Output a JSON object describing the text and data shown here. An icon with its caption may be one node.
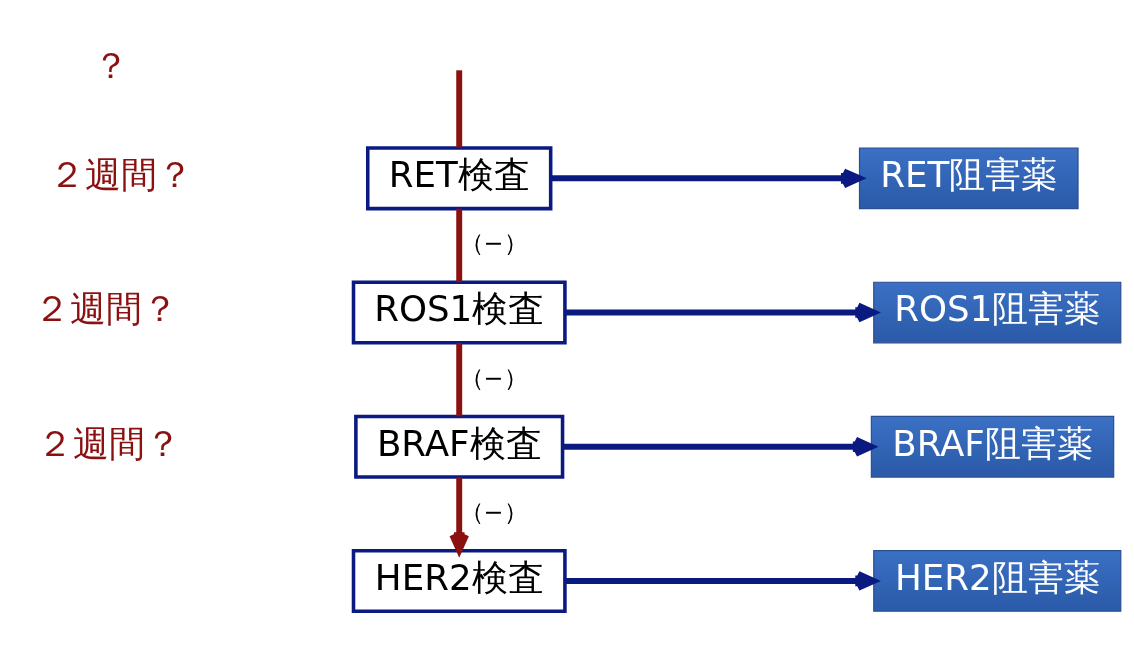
{
  "diagram": {
    "nodes": [
      {
        "text": [
          "RET検査"
        ]
      },
      {
        "text": [
          "RET阻害薬"
        ]
      },
      {
        "text": [
          "ROS1検査"
        ]
      },
      {
        "text": [
          "ROS1阻害薬"
        ]
      },
      {
        "text": [
          "BRAF検査"
        ]
      },
      {
        "text": [
          "BRAF阻害薬"
        ]
      },
      {
        "text": [
          "HER2検査"
        ]
      },
      {
        "text": [
          "HER2阻害薬"
        ]
      }
    ],
    "edges": [
      {
        "from": null,
        "to": 0,
        "arrow": "none",
        "color": "#8b1010"
      },
      {
        "from": 0,
        "to": 1,
        "arrow": "to",
        "color": "#0a1a80"
      },
      {
        "from": 0,
        "to": 2,
        "arrow": "none",
        "label": "（−）",
        "color": "#8b1010"
      },
      {
        "from": 2,
        "to": 3,
        "arrow": "to",
        "color": "#0a1a80"
      },
      {
        "from": 2,
        "to": 4,
        "arrow": "none",
        "label": "（−）",
        "color": "#8b1010"
      },
      {
        "from": 4,
        "to": 5,
        "arrow": "to",
        "color": "#0a1a80"
      },
      {
        "from": 4,
        "to": 6,
        "arrow": "to",
        "label": "（−）",
        "color": "#8b1010"
      },
      {
        "from": 6,
        "to": 7,
        "arrow": "to",
        "color": "#0a1a80"
      }
    ],
    "labels": [
      "？",
      "２週間？",
      "２週間？",
      "２週間？"
    ]
  }
}
